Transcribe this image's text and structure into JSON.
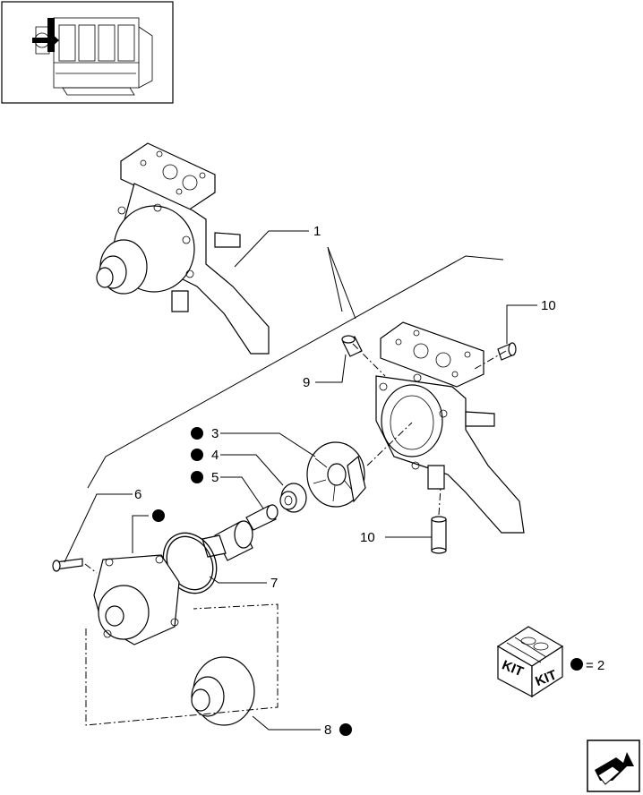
{
  "callouts": [
    {
      "id": "c1",
      "label": "1"
    },
    {
      "id": "c3",
      "label": "3"
    },
    {
      "id": "c4",
      "label": "4"
    },
    {
      "id": "c5",
      "label": "5"
    },
    {
      "id": "c6",
      "label": "6"
    },
    {
      "id": "c7",
      "label": "7"
    },
    {
      "id": "c8",
      "label": "8"
    },
    {
      "id": "c9",
      "label": "9"
    },
    {
      "id": "c10a",
      "label": "10"
    },
    {
      "id": "c10b",
      "label": "10"
    }
  ],
  "kit": {
    "box_text_left": "KIT",
    "box_text_right": "KIT",
    "legend": "= 2"
  },
  "icons": {
    "thumbnail": "engine-thumbnail-icon",
    "kit": "kit-box-icon",
    "navigation": "next-page-arrow-icon"
  }
}
